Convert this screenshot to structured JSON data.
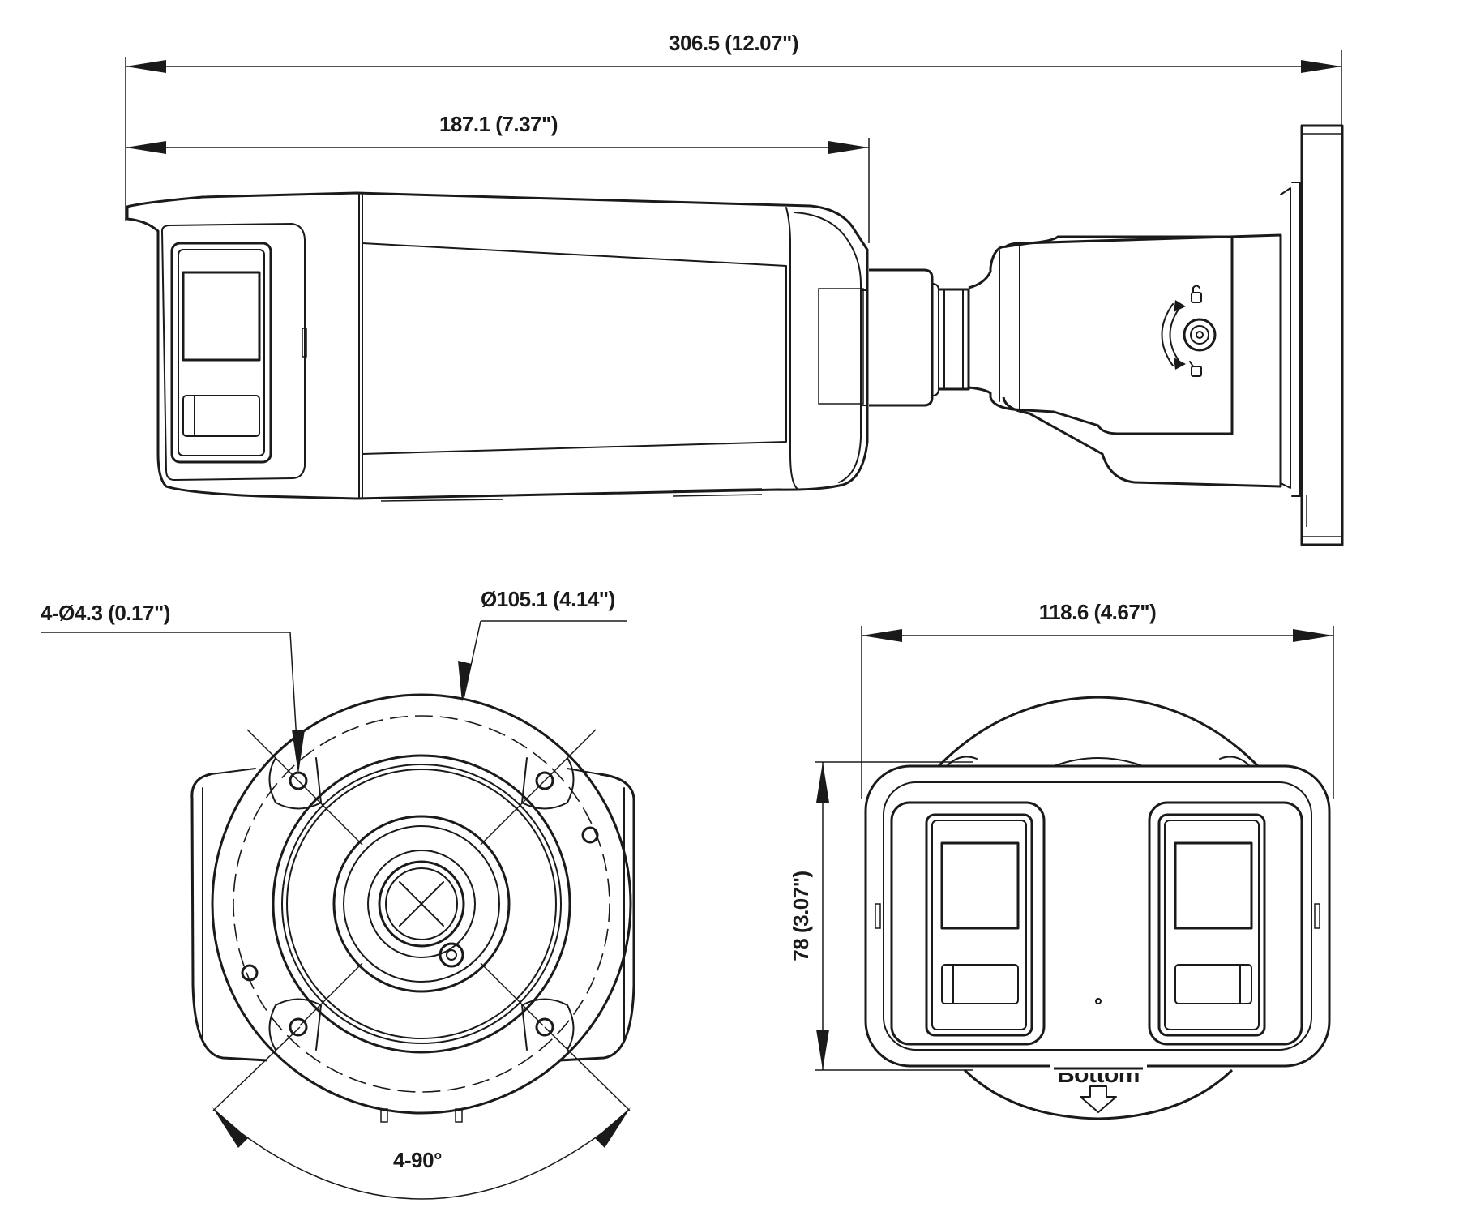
{
  "dimensions": {
    "overall_length": "306.5 (12.07\")",
    "housing_length": "187.1 (7.37\")",
    "hole_spec": "4-Ø4.3 (0.17\")",
    "base_diameter": "Ø105.1 (4.14\")",
    "front_width": "118.6 (4.67\")",
    "front_height": "78 (3.07\")",
    "hole_angle": "4-90°"
  },
  "labels": {
    "bottom_mark": "Bottom"
  }
}
